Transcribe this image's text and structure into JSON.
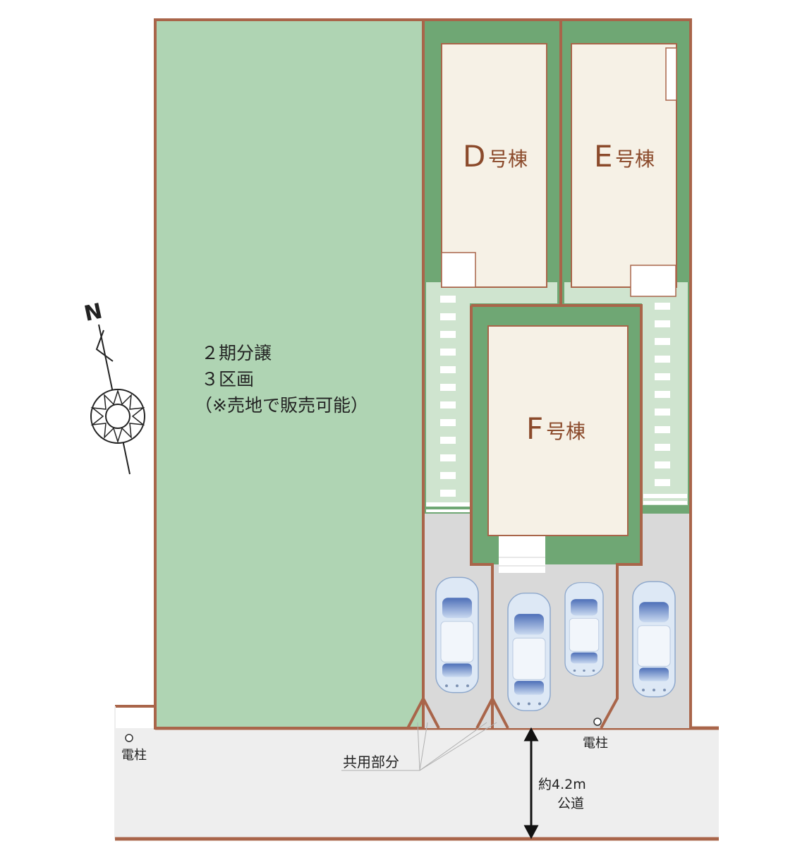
{
  "colors": {
    "boundary": "#a9654a",
    "lot_green": "#afd4b3",
    "garden_green": "#6fa774",
    "pale_green": "#cfe4cf",
    "building_fill": "#f6f1e6",
    "building_text": "#8b4a2b",
    "parking": "#d9d9d9",
    "road": "#eeeeee",
    "car_body": "#dde8f5",
    "car_glass": "#5d7fc4"
  },
  "lot": {
    "line1": "２期分譲",
    "line2": "３区画",
    "line3": "（※売地で販売可能）"
  },
  "buildings": {
    "d": {
      "letter": "D",
      "suffix": "号棟"
    },
    "e": {
      "letter": "E",
      "suffix": "号棟"
    },
    "f": {
      "letter": "F",
      "suffix": "号棟"
    }
  },
  "compass": {
    "north": "N",
    "icon": "compass-rose-icon"
  },
  "labels": {
    "pole_left": "電柱",
    "pole_right": "電柱",
    "common_area": "共用部分",
    "road_width": "約4.2m",
    "road_type": "公道"
  },
  "cars": {
    "count": 4,
    "icon": "car-icon"
  }
}
